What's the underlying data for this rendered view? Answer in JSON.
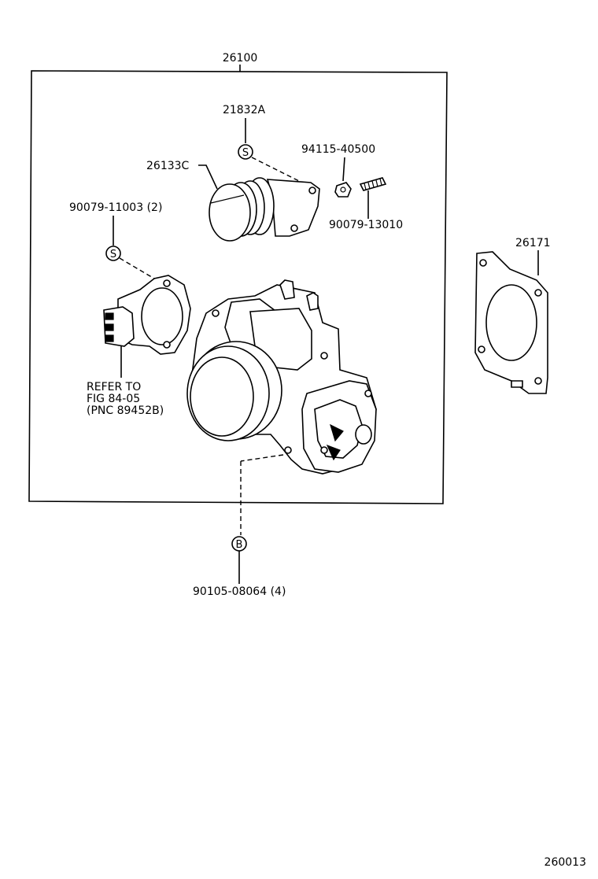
{
  "labels": {
    "assembly": "26100",
    "part_21832a": "21832A",
    "part_26133c": "26133C",
    "part_94115": "94115-40500",
    "part_90079_13010": "90079-13010",
    "part_90079_11003": "90079-11003 (2)",
    "part_26171": "26171",
    "refer_line1": "REFER TO",
    "refer_line2": "FIG 84-05",
    "refer_line3": "(PNC 89452B)",
    "part_90105": "90105-08064 (4)",
    "figure_number": "260013"
  },
  "callout_symbols": {
    "s_top": "S",
    "s_left": "S",
    "b_bottom": "B"
  }
}
